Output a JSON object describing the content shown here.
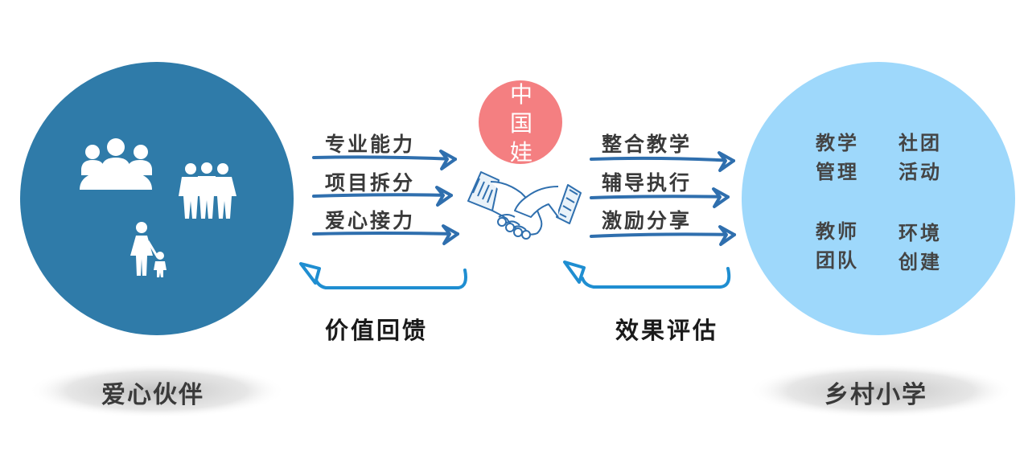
{
  "left_party": {
    "label": "爱心伙伴",
    "fill_color": "#2f7ba9",
    "icons": [
      "meeting-group-icon",
      "three-people-icon",
      "parent-child-icon"
    ]
  },
  "right_party": {
    "label": "乡村小学",
    "fill_color": "#9ed8fb",
    "cells": [
      {
        "line1": "教学",
        "line2": "管理"
      },
      {
        "line1": "社团",
        "line2": "活动"
      },
      {
        "line1": "教师",
        "line2": "团队"
      },
      {
        "line1": "环境",
        "line2": "创建"
      }
    ]
  },
  "center_badge": {
    "text": "中国娃",
    "fill_color": "#f47f81",
    "icon": "handshake-icon"
  },
  "left_arrows": [
    "专业能力",
    "项目拆分",
    "爱心接力"
  ],
  "right_arrows": [
    "整合教学",
    "辅导执行",
    "激励分享"
  ],
  "left_feedback": "价值回馈",
  "right_feedback": "效果评估",
  "colors": {
    "arrow_blue": "#2f6fae",
    "feedback_blue": "#1f8ed1",
    "shadow": "#cfcfcf"
  }
}
